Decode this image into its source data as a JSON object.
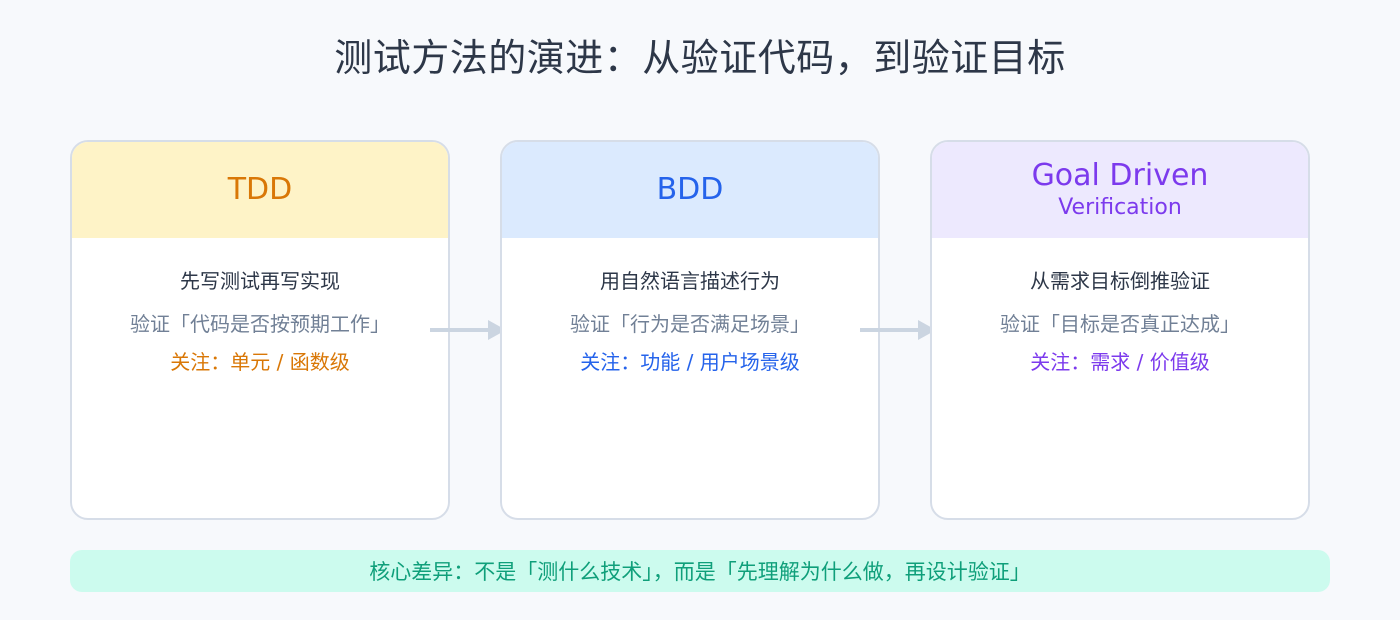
{
  "title": "测试方法的演进：从验证代码，到验证目标",
  "cards": [
    {
      "title": "TDD",
      "subtitle": "",
      "principle": "先写测试再写实现",
      "verify": "验证「代码是否按预期工作」",
      "focus": "关注：单元 / 函数级"
    },
    {
      "title": "BDD",
      "subtitle": "",
      "principle": "用自然语言描述行为",
      "verify": "验证「行为是否满足场景」",
      "focus": "关注：功能 / 用户场景级"
    },
    {
      "title": "Goal Driven",
      "subtitle": "Verification",
      "principle": "从需求目标倒推验证",
      "verify": "验证「目标是否真正达成」",
      "focus": "关注：需求 / 价值级"
    }
  ],
  "footer": "核心差异：不是「测什么技术」，而是「先理解为什么做，再设计验证」",
  "colors": {
    "tdd_accent": "#d97706",
    "tdd_header_bg": "#fef3c7",
    "bdd_accent": "#2563eb",
    "bdd_header_bg": "#dbeafe",
    "gdv_accent": "#7c3aed",
    "gdv_header_bg": "#ede9fe",
    "footer_text": "#0f9f7a",
    "footer_bg": "#ccfbee",
    "arrow": "#cbd5e1"
  },
  "icons": {
    "arrows": [
      "arrow-right-icon",
      "arrow-right-icon"
    ]
  }
}
